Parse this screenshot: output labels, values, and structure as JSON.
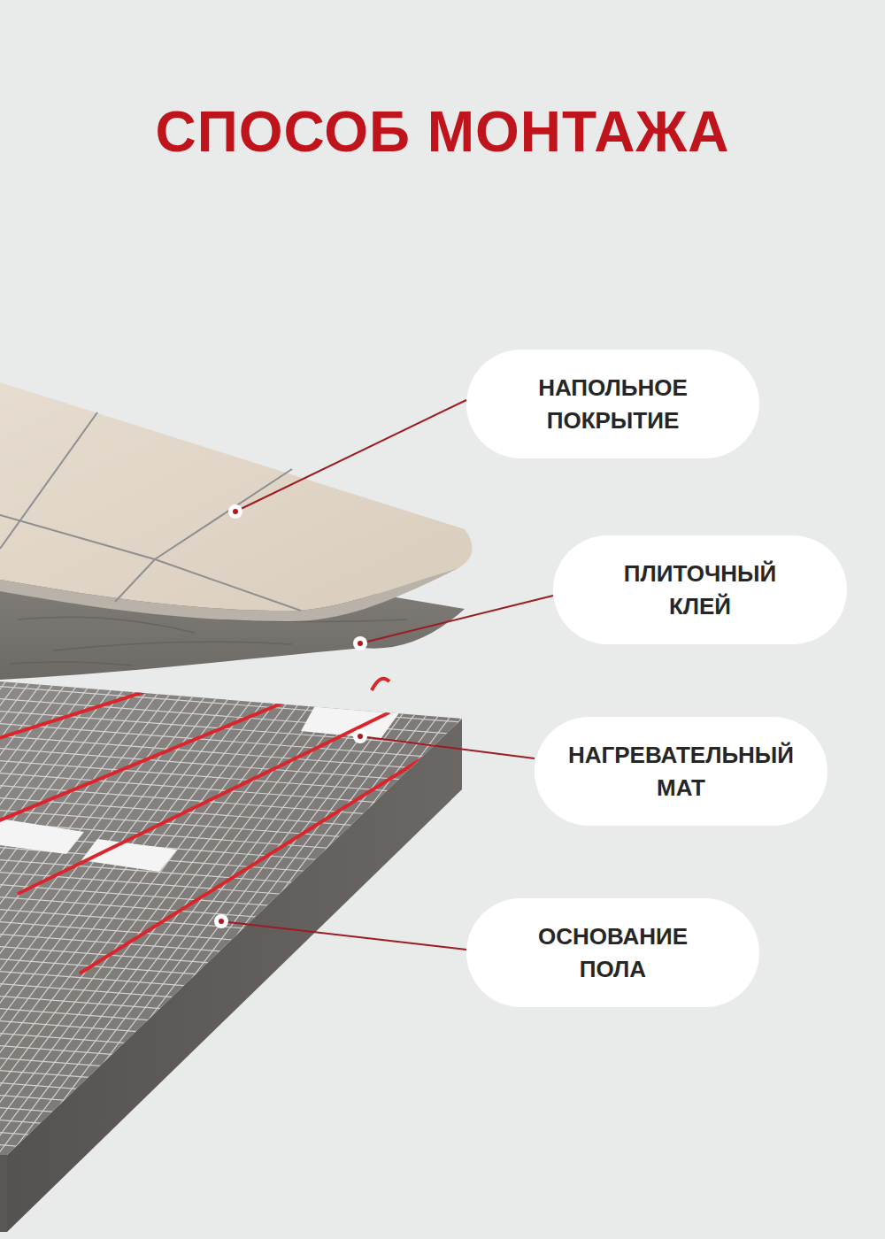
{
  "diagram": {
    "title": "СПОСОБ МОНТАЖА",
    "nodes": [
      {
        "text": [
          "НАПОЛЬНОЕ ПОКРЫТИЕ"
        ]
      },
      {
        "text": [
          "ПЛИТОЧНЫЙ КЛЕЙ"
        ]
      },
      {
        "text": [
          "НАГРЕВАТЕЛЬНЫЙ МАТ"
        ]
      },
      {
        "text": [
          "ОСНОВАНИЕ ПОЛА"
        ]
      }
    ]
  }
}
